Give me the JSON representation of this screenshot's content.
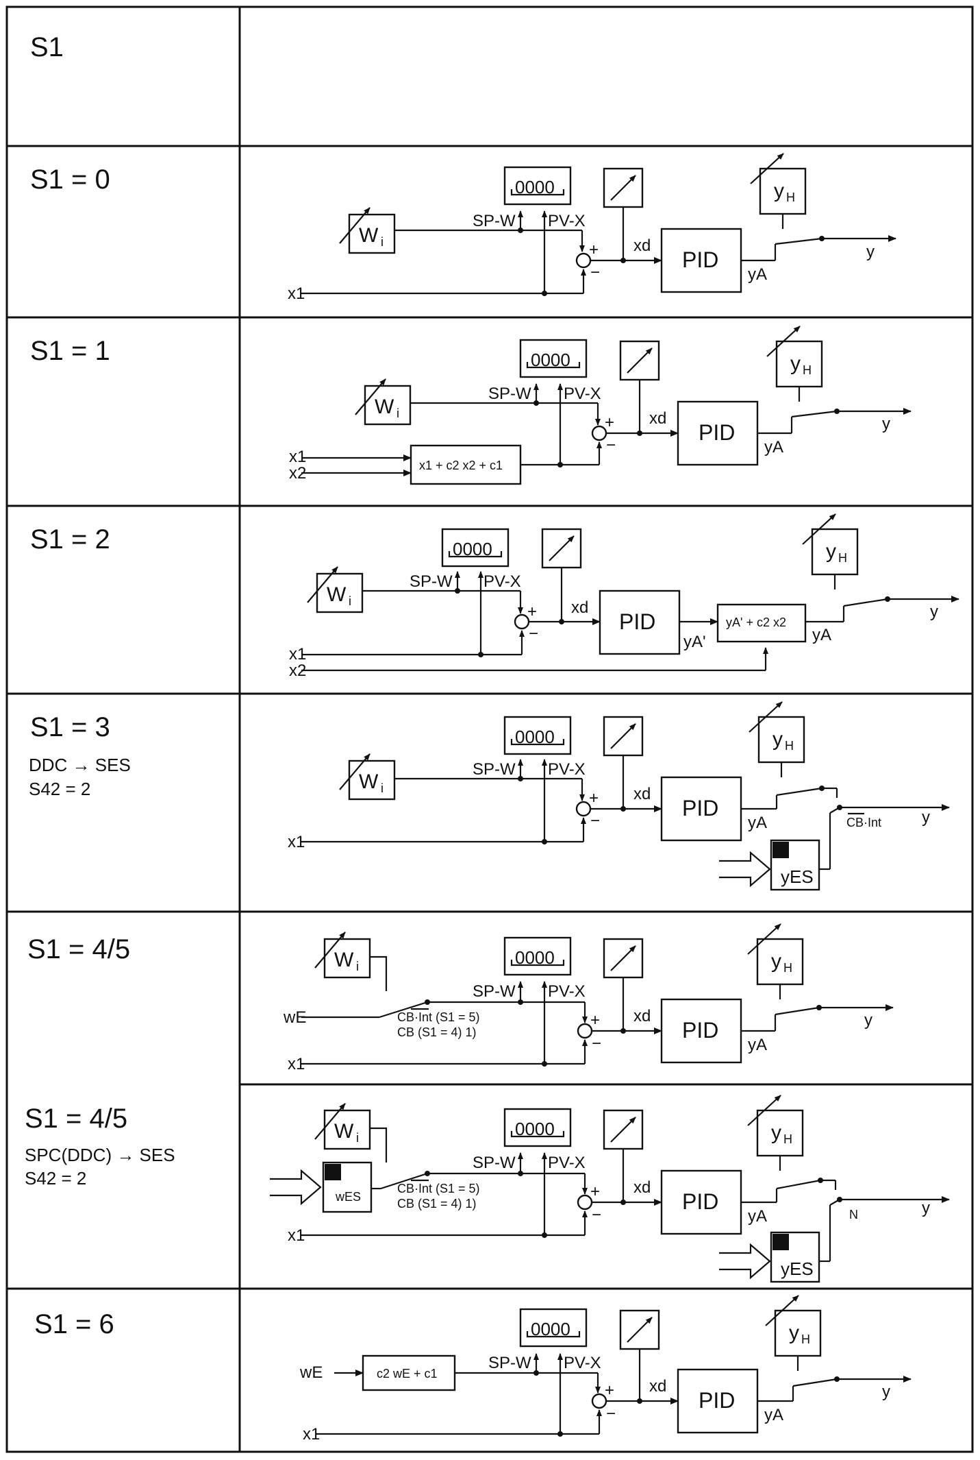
{
  "rows": [
    {
      "id": "s1-header",
      "label": "S1",
      "notes": []
    },
    {
      "id": "s1-0",
      "label": "S1 = 0",
      "notes": []
    },
    {
      "id": "s1-1",
      "label": "S1 = 1",
      "notes": []
    },
    {
      "id": "s1-2",
      "label": "S1 = 2",
      "notes": []
    },
    {
      "id": "s1-3",
      "label": "S1 = 3",
      "notes": [
        "DDC → SES",
        "S42 = 2"
      ]
    },
    {
      "id": "s1-45a",
      "label": "S1 = 4/5",
      "notes": []
    },
    {
      "id": "s1-45b",
      "label": "S1 = 4/5",
      "notes": [
        "SPC(DDC) → SES",
        "S42 = 2"
      ]
    },
    {
      "id": "s1-6",
      "label": "S1 = 6",
      "notes": []
    }
  ],
  "labels": {
    "display": "0000",
    "wi": "Wi",
    "sp": "SP-W",
    "pv": "PV-X",
    "pid": "PID",
    "yh": "yH",
    "ya": "yA",
    "y": "y",
    "xd": "xd",
    "x1": "x1",
    "x2": "x2",
    "we": "wE",
    "plus": "+",
    "minus": "−",
    "func_s1": "x1 + c2 x2 + c1",
    "func_s2": "yA' + c2 x2",
    "ya_prime": "yA'",
    "yes": "yES",
    "wes": "wES",
    "cb_int": "CB·Int",
    "cb_int_s5": "CB·Int (S1 = 5)",
    "cb_s4": "CB (S1 = 4) 1)",
    "n": "N",
    "func_s6": "c2 wE + c1"
  }
}
